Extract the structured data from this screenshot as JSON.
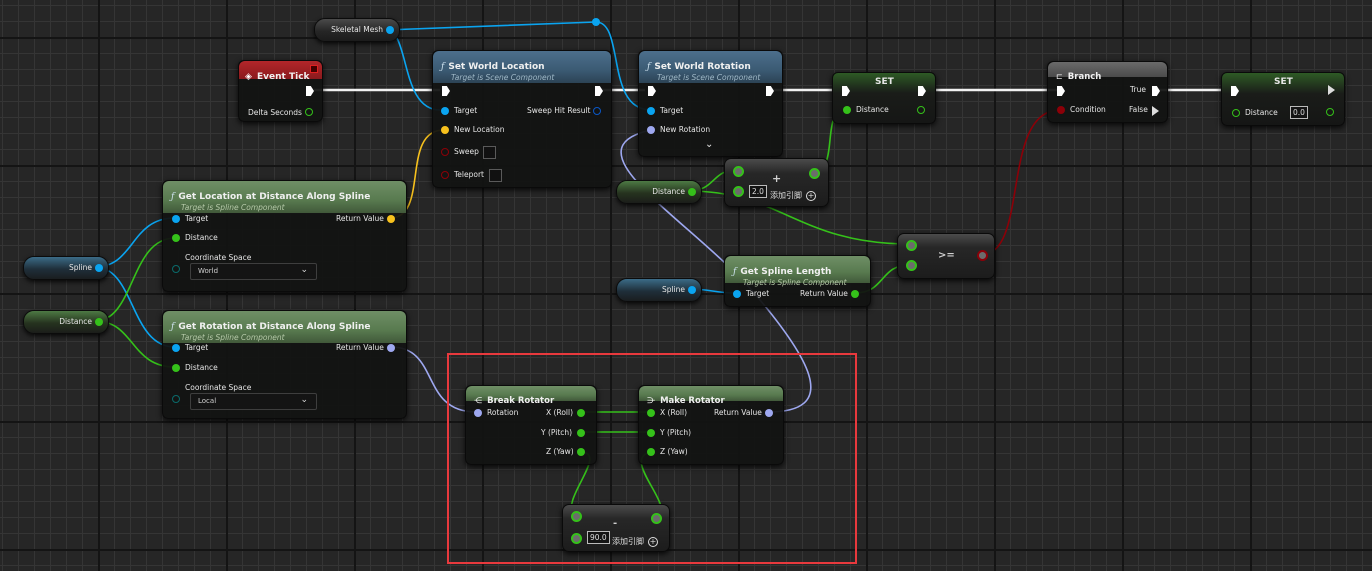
{
  "colors": {
    "exec": "#ffffff",
    "object": "#0aa4f0",
    "float": "#35c11a",
    "vector": "#f7c11d",
    "rotator": "#9ea8f0",
    "bool": "#8c0008",
    "struct": "#0a57c7",
    "selection": "#e8393d"
  },
  "variables": {
    "skeletal_mesh": "Skeletal Mesh",
    "spline_1": "Spline",
    "distance_1": "Distance",
    "distance_2": "Distance",
    "spline_2": "Spline"
  },
  "event_tick": {
    "title": "Event Tick",
    "icon": "event-diamond-icon",
    "delta": "Delta Seconds"
  },
  "set_world_location": {
    "title": "Set World Location",
    "subtitle": "Target is Scene Component",
    "target": "Target",
    "new_location": "New Location",
    "sweep": "Sweep",
    "teleport": "Teleport",
    "sweep_hit": "Sweep Hit Result"
  },
  "set_world_rotation": {
    "title": "Set World Rotation",
    "subtitle": "Target is Scene Component",
    "target": "Target",
    "new_rotation": "New Rotation",
    "expand": "⌄"
  },
  "set_1": {
    "title": "SET",
    "distance": "Distance"
  },
  "branch": {
    "title": "Branch",
    "condition": "Condition",
    "true_label": "True",
    "false_label": "False"
  },
  "set_2": {
    "title": "SET",
    "distance": "Distance",
    "value": "0.0"
  },
  "get_location": {
    "title": "Get Location at Distance Along Spline",
    "subtitle": "Target is Spline Component",
    "target": "Target",
    "distance": "Distance",
    "coord_label": "Coordinate Space",
    "coord_value": "World",
    "return": "Return Value"
  },
  "get_rotation": {
    "title": "Get Rotation at Distance Along Spline",
    "subtitle": "Target is Spline Component",
    "target": "Target",
    "distance": "Distance",
    "coord_label": "Coordinate Space",
    "coord_value": "Local",
    "return": "Return Value"
  },
  "add_node": {
    "op": "+",
    "value": "2.0",
    "add_pin": "添加引脚"
  },
  "compare_node": {
    "op": ">="
  },
  "get_spline_length": {
    "title": "Get Spline Length",
    "subtitle": "Target is Spline Component",
    "target": "Target",
    "return": "Return Value"
  },
  "break_rotator": {
    "title": "Break Rotator",
    "rotation": "Rotation",
    "x": "X (Roll)",
    "y": "Y (Pitch)",
    "z": "Z (Yaw)"
  },
  "make_rotator": {
    "title": "Make Rotator",
    "x": "X (Roll)",
    "y": "Y (Pitch)",
    "z": "Z (Yaw)",
    "return": "Return Value"
  },
  "subtract_node": {
    "op": "-",
    "value": "90.0",
    "add_pin": "添加引脚"
  }
}
